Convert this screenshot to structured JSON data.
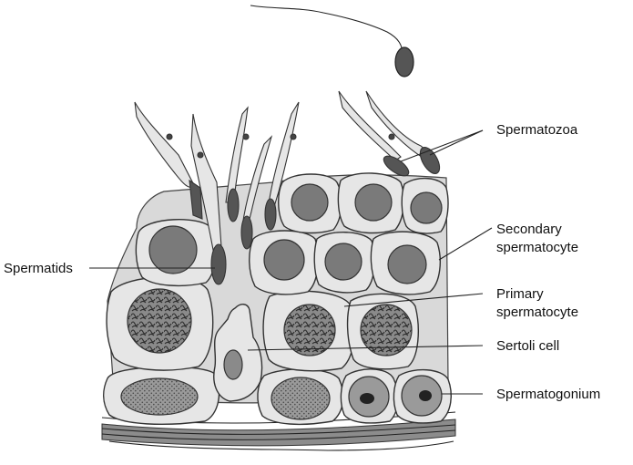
{
  "labels": {
    "spermatozoa": "Spermatozoa",
    "secondary_line1": "Secondary",
    "secondary_line2": "spermatocyte",
    "spermatids": "Spermatids",
    "primary_line1": "Primary",
    "primary_line2": "spermatocyte",
    "sertoli": "Sertoli cell",
    "spermatogonium": "Spermatogonium"
  },
  "colors": {
    "cytoplasm": "#e6e6e6",
    "tubule_background": "#d9d9d9",
    "nucleus": "#7a7a7a",
    "sperm_head": "#555555",
    "basement": "#8c8c8c"
  }
}
